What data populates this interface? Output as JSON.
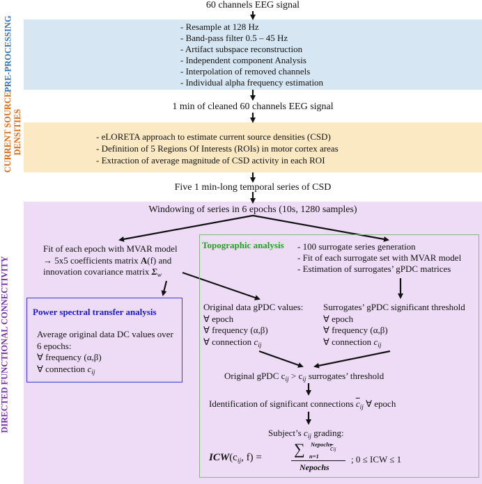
{
  "colors": {
    "blue_band": "#d7e6f3",
    "orange_band": "#fbe9c3",
    "purple_band": "#eedcf7",
    "pre_label": "#2e75b6",
    "csd_label": "#d46a1a",
    "dfc_label": "#7030a0",
    "topo_border": "#7fb97f",
    "topo_title": "#22a022",
    "power_border": "#3a3ad0",
    "power_title": "#1a1ad0"
  },
  "side_labels": {
    "pre": "PRE-PROCESSING",
    "csd_line1": "CURRENT SOURCE",
    "csd_line2": "DENSITIES",
    "dfc": "DIRECTED FUNCTIONAL CONNECTIVITY"
  },
  "flow": {
    "start": "60 channels EEG signal",
    "preprocessing_steps": [
      "Resample at 128 Hz",
      "Band-pass filter 0.5 – 45 Hz",
      "Artifact subspace reconstruction",
      "Independent component Analysis",
      "Interpolation of  removed channels",
      "Individual alpha frequency estimation"
    ],
    "cleaned": "1 min of cleaned 60 channels EEG signal",
    "csd_steps": [
      "eLORETA approach to estimate current source densities (CSD)",
      "Definition of 5 Regions Of Interests (ROIs) in motor cortex areas",
      "Extraction of average magnitude of CSD activity in each ROI"
    ],
    "series": "Five 1 min-long temporal series of CSD",
    "windowing": "Windowing of series in 6 epochs (10s, 1280 samples)"
  },
  "mvar": {
    "line1": "Fit of each epoch with MVAR model",
    "line2_arrow": "→",
    "line2_text": "5x5 coefficients matrix",
    "line2_bold": "A",
    "line2_end": "(f) and",
    "line3": "innovation covariance matrix",
    "sigma": "Σ",
    "sigma_sub": "w"
  },
  "power": {
    "title": "Power spectral transfer analysis",
    "line1": "Average original data DC values over",
    "line2": "6 epochs:",
    "freq": "∀ frequency (α,β)",
    "conn": "∀ connection",
    "c": "c",
    "c_sub": "ij"
  },
  "topo": {
    "title": "Topographic analysis",
    "steps": [
      "100 surrogate series generation",
      "Fit of each surrogate set with MVAR model",
      "Estimation of surrogates’ gPDC matrices"
    ],
    "orig_title": "Original data gPDC values:",
    "surr_title": "Surrogates’ gPDC significant threshold",
    "epoch": "∀ epoch",
    "freq": "∀ frequency (α,β)",
    "conn": "∀ connection",
    "c": "c",
    "c_sub": "ij",
    "compare_a": "Original gPDC c",
    "compare_b": " > c",
    "compare_c": " surrogates’ threshold",
    "identify_a": "Identification of significant connections",
    "identify_c": "c",
    "identify_b": " ∀ epoch",
    "grading_a": "Subject’s",
    "grading_b": " grading:",
    "formula_lhs": "ICW",
    "formula_args": "(c",
    "formula_args2": ", f) =",
    "sum": "∑",
    "sum_upper": "Nepochs",
    "sum_lower": "n=1",
    "denominator": "Nepochs",
    "range": ";   0 ≤ ICW ≤ 1"
  }
}
